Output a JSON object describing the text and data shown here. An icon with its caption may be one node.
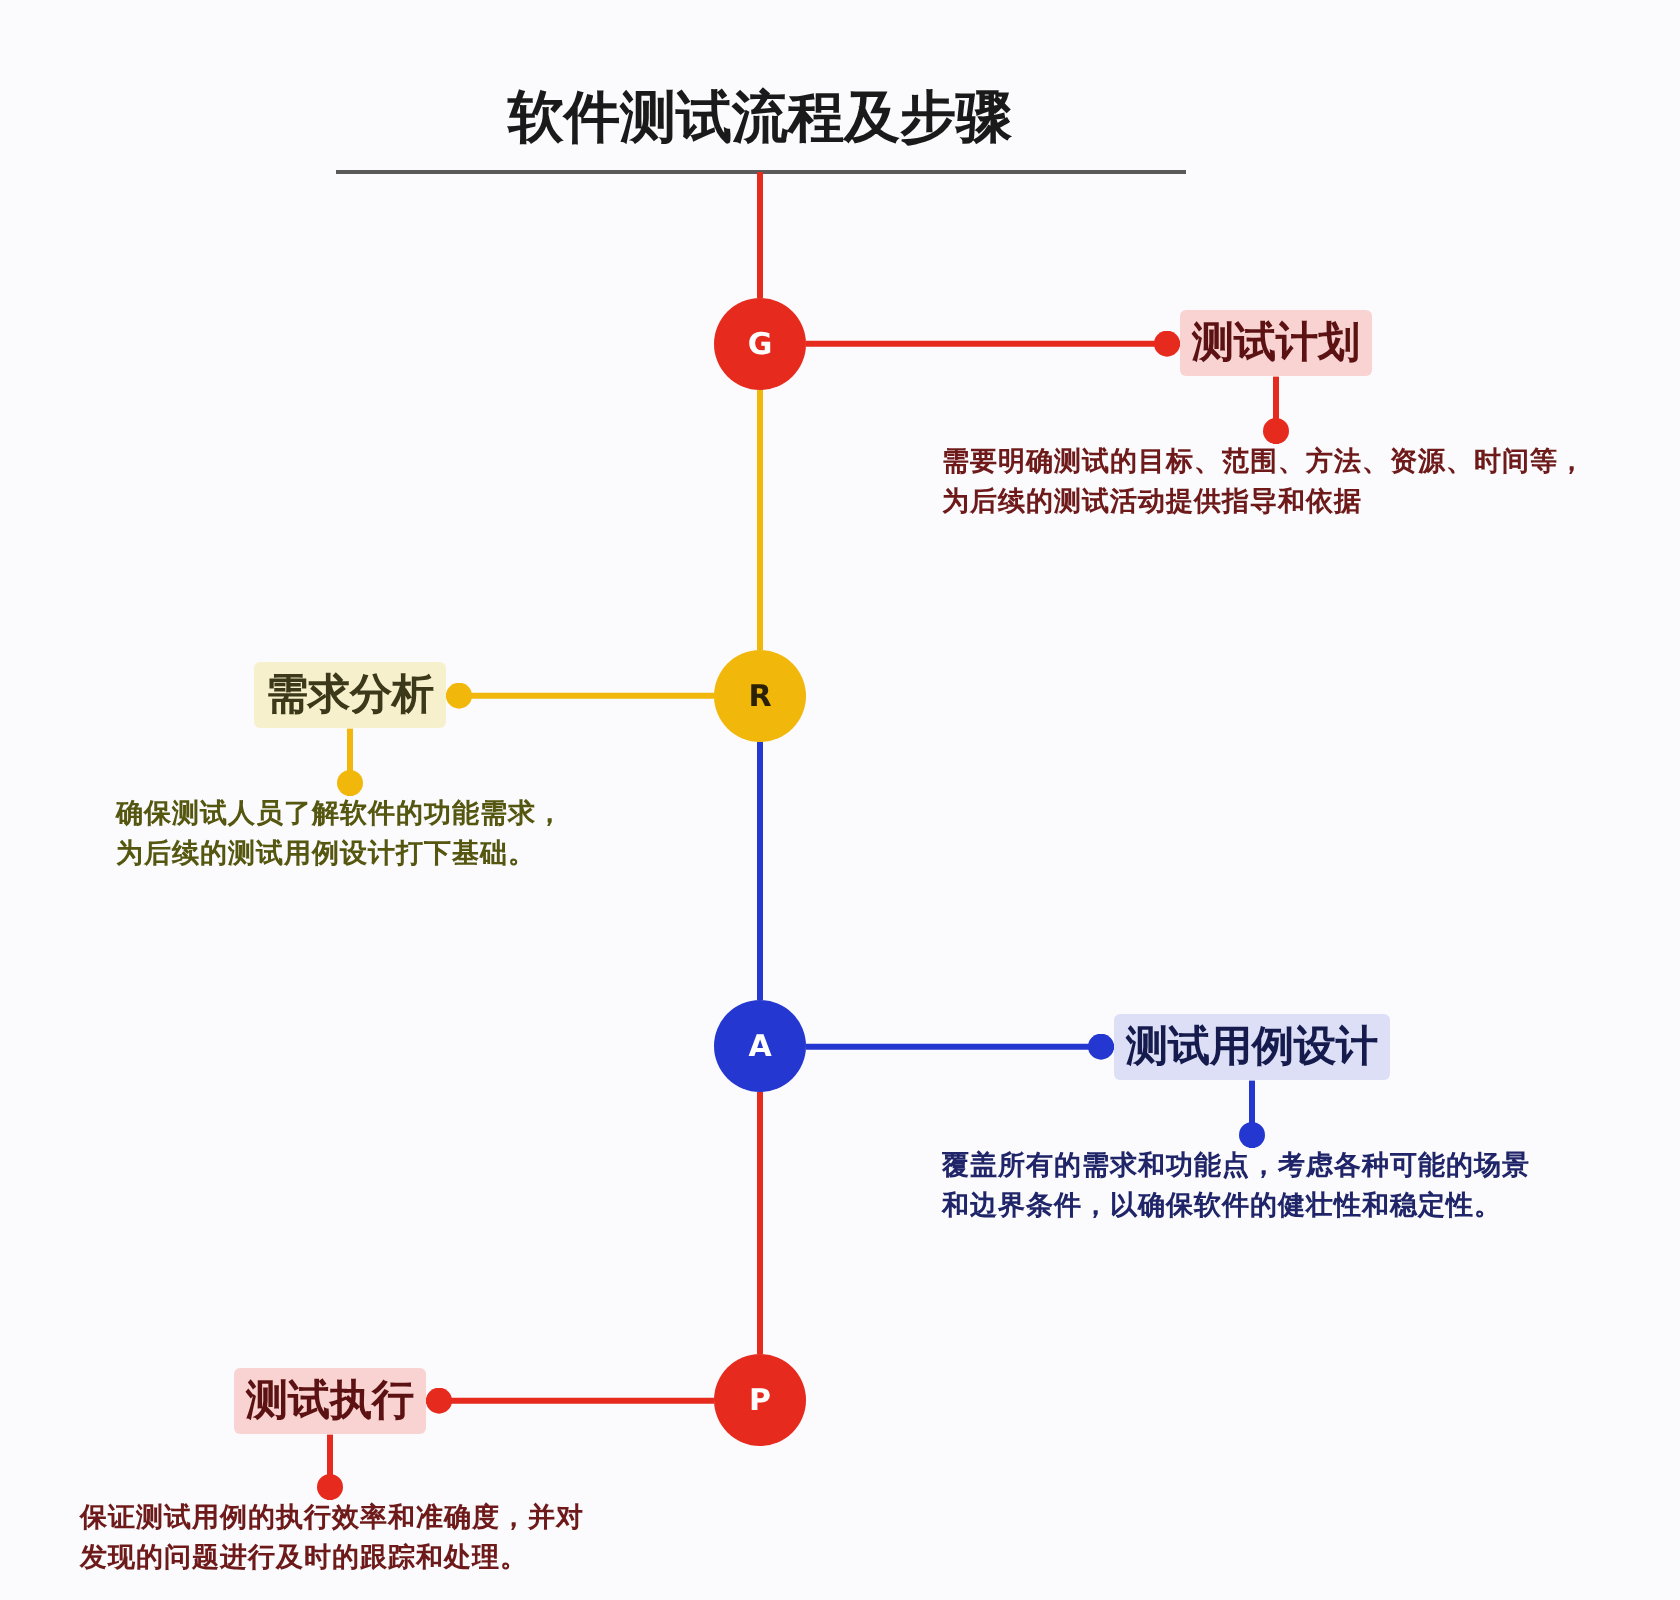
{
  "diagram": {
    "title": "软件测试流程及步骤",
    "nodes": [
      {
        "text": [
          "G"
        ]
      },
      {
        "text": [
          "测试计划"
        ]
      },
      {
        "text": [
          "需要明确测试的目标、范围、方法、资源、时间等，为后续的测试活动提供指导和依据"
        ]
      },
      {
        "text": [
          "需求分析"
        ]
      },
      {
        "text": [
          "R"
        ]
      },
      {
        "text": [
          "确保测试人员了解软件的功能需求，为后续的测试用例设计打下基础。"
        ]
      },
      {
        "text": [
          "A"
        ]
      },
      {
        "text": [
          "测试用例设计"
        ]
      },
      {
        "text": [
          "覆盖所有的需求和功能点，考虑各种可能的场景和边界条件，以确保软件的健壮性和稳定性。"
        ]
      },
      {
        "text": [
          "测试执行"
        ]
      },
      {
        "text": [
          "P"
        ]
      },
      {
        "text": [
          "保证测试用例的执行效率和准确度，并对发现的问题进行及时的跟踪和处理。"
        ]
      }
    ],
    "edges": [
      {
        "from": null,
        "to": 0,
        "arrow": "none"
      },
      {
        "from": 0,
        "to": 4,
        "arrow": "none",
        "color": "#f1b70a"
      },
      {
        "from": 4,
        "to": 6,
        "arrow": "none",
        "color": "#2437d0"
      },
      {
        "from": 6,
        "to": 10,
        "arrow": "none"
      },
      {
        "from": 0,
        "to": 1,
        "arrow": "other"
      },
      {
        "from": 1,
        "to": 2,
        "arrow": "other"
      },
      {
        "from": 4,
        "to": 3,
        "arrow": "other",
        "color": "#f1b70a"
      },
      {
        "from": 3,
        "to": 5,
        "arrow": "other",
        "color": "#f1b70a"
      },
      {
        "from": 6,
        "to": 7,
        "arrow": "other",
        "color": "#2437d0"
      },
      {
        "from": 7,
        "to": 8,
        "arrow": "other",
        "color": "#2437d0"
      },
      {
        "from": 10,
        "to": 9,
        "arrow": "other"
      },
      {
        "from": 9,
        "to": 11,
        "arrow": "other"
      }
    ]
  }
}
